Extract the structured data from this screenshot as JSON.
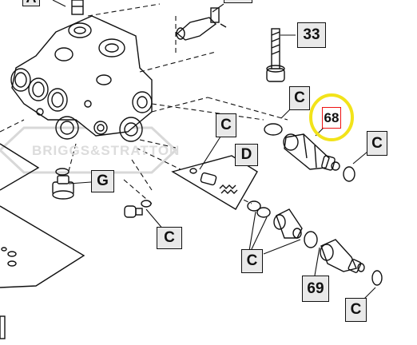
{
  "watermark": "BRIGGS&STRATTON",
  "callouts": {
    "a": "A",
    "c": "C",
    "d": "D",
    "g": "G",
    "p33": "33",
    "p68": "68",
    "p69": "69"
  },
  "colors": {
    "line": "#111111",
    "label_fill": "#e9e9e9",
    "highlight_ring": "#f2e31a",
    "highlight_box": "#e11111"
  }
}
